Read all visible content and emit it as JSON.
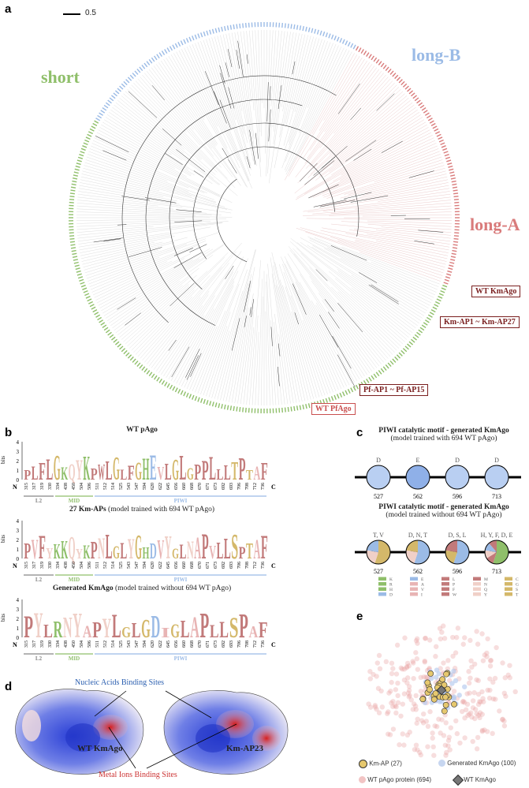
{
  "panels": {
    "a": "a",
    "b": "b",
    "c": "c",
    "d": "d",
    "e": "e"
  },
  "scale_bar": "0.5",
  "tree": {
    "clades": {
      "short": "short",
      "long_b": "long-B",
      "long_a": "long-A"
    },
    "labels": {
      "wt_kmago": "WT KmAgo",
      "km_ap": "Km-AP1 ~ Km-AP27",
      "pf_ap": "Pf-AP1 ~ Pf-AP15",
      "wt_pfago": "WT PfAgo"
    },
    "colors": {
      "short": "#8fbf6a",
      "long_b": "#9bbbe6",
      "long_a": "#d97b7b",
      "dark_red": "#7a1f1f",
      "branch": "#333333"
    }
  },
  "logos": [
    {
      "title_bold": "WT pAgo",
      "title_rest": "",
      "title_tail": ""
    },
    {
      "title_bold": "27 Km-APs",
      "title_rest": " (model trained with 694 WT pAgo)",
      "title_tail": ""
    },
    {
      "title_bold": "Generated KmAgo",
      "title_rest": " (model trained without 694 WT pAgo)",
      "title_tail": ""
    }
  ],
  "logo_axis": {
    "ylabel": "bits",
    "yticks": [
      "4",
      "3",
      "2",
      "1",
      "0"
    ],
    "n": "N",
    "c": "C"
  },
  "logo_positions": [
    "315",
    "317",
    "319",
    "330",
    "334",
    "438",
    "450",
    "504",
    "506",
    "511",
    "512",
    "514",
    "525",
    "543",
    "547",
    "594",
    "620",
    "622",
    "645",
    "656",
    "660",
    "668",
    "670",
    "671",
    "673",
    "692",
    "693",
    "706",
    "708",
    "712",
    "736"
  ],
  "logo_segments": {
    "l2": "L2",
    "mid": "MID",
    "piwi": "PIWI"
  },
  "logo_letters": [
    [
      "P",
      "L",
      "F",
      "L",
      "G",
      "K",
      "Q",
      "Y",
      "K",
      "P",
      "W",
      "L",
      "G",
      "L",
      "F",
      "G",
      "H",
      "E",
      "V",
      "L",
      "G",
      "L",
      "G",
      "P",
      "P",
      "L",
      "L",
      "L",
      "T",
      "P",
      "T",
      "A",
      "F"
    ],
    [
      "P",
      "V",
      "F",
      "Y",
      "K",
      "K",
      "Q",
      "Y",
      "K",
      "P",
      "N",
      "L",
      "G",
      "L",
      "Y",
      "G",
      "H",
      "D",
      "V",
      "Y",
      "G",
      "L",
      "N",
      "A",
      "P",
      "V",
      "L",
      "L",
      "S",
      "P",
      "T",
      "A",
      "F"
    ],
    [
      "P",
      "Y",
      "L",
      "R",
      "N",
      "Y",
      "A",
      "P",
      "Y",
      "L",
      "G",
      "L",
      "G",
      "D",
      "I",
      "G",
      "L",
      "A",
      "P",
      "L",
      "L",
      "S",
      "P",
      "A",
      "F"
    ]
  ],
  "catalytic": [
    {
      "title": "PIWI catalytic motif - generated KmAgo",
      "subtitle": "(model trained with 694 WT pAgo)",
      "tops": [
        "D",
        "E",
        "D",
        "D"
      ],
      "positions": [
        "527",
        "562",
        "596",
        "713"
      ]
    },
    {
      "title": "PIWI catalytic motif - generated KmAgo",
      "subtitle": "(model trained without 694 WT pAgo)",
      "tops": [
        "T, V",
        "D, N, T",
        "D, S, L",
        "H, Y, F, D, E"
      ],
      "positions": [
        "527",
        "562",
        "596",
        "713"
      ]
    }
  ],
  "aa_legend": [
    [
      "K",
      "E",
      "L",
      "M",
      "C"
    ],
    [
      "R",
      "A",
      "P",
      "N",
      "G"
    ],
    [
      "H",
      "V",
      "F",
      "Q",
      "S"
    ],
    [
      "D",
      "I",
      "W",
      "Y",
      "T"
    ]
  ],
  "aa_colors": {
    "K": "#8fbf6a",
    "R": "#8fbf6a",
    "H": "#8fbf6a",
    "D": "#9bbbe6",
    "E": "#9bbbe6",
    "A": "#e8b4b4",
    "V": "#e8b4b4",
    "I": "#e8b4b4",
    "L": "#c27a7a",
    "P": "#c27a7a",
    "F": "#c27a7a",
    "W": "#c27a7a",
    "M": "#c27a7a",
    "N": "#f0d0c8",
    "Q": "#f0d0c8",
    "Y": "#f0d0c8",
    "C": "#d4b86a",
    "G": "#d4b86a",
    "S": "#d4b86a",
    "T": "#d4b86a"
  },
  "surfaces": {
    "nucleic": "Nucleic Acids Binding Sites",
    "metal": "Metal Ions Binding Sites",
    "wt": "WT KmAgo",
    "ap23": "Km-AP23"
  },
  "scatter_legend": {
    "km_ap": "Km-AP (27)",
    "generated": "Generated KmAgo (100)",
    "wt_pago": "WT pAgo protein (694)",
    "wt_kmago": "WT KmAgo"
  }
}
